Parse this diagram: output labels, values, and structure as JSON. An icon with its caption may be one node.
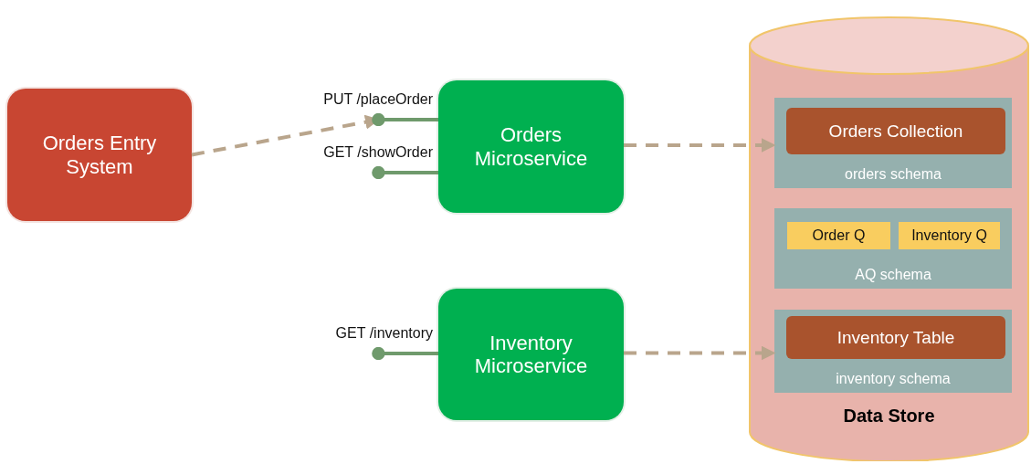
{
  "diagram": {
    "nodes": [
      {
        "text": [
          "Orders Entry System"
        ]
      },
      {
        "text": [
          "PUT /placeOrder"
        ]
      },
      {
        "text": [
          "GET /showOrder"
        ]
      },
      {
        "text": [
          "Orders Microservice"
        ]
      },
      {
        "text": [
          "GET /inventory"
        ]
      },
      {
        "text": [
          "Inventory Microservice"
        ]
      },
      {
        "text": [
          "Data Store"
        ]
      },
      {
        "text": [
          "orders schema"
        ],
        "in": 6
      },
      {
        "text": [
          "Orders Collection"
        ],
        "in": 7
      },
      {
        "text": [
          "AQ schema"
        ],
        "in": 6
      },
      {
        "text": [
          "Order Q"
        ],
        "in": 9
      },
      {
        "text": [
          "Inventory Q"
        ],
        "in": 9
      },
      {
        "text": [
          "inventory schema"
        ],
        "in": 6
      },
      {
        "text": [
          "Inventory Table"
        ],
        "in": 12
      }
    ],
    "edges": [
      {
        "from": 0,
        "to": 1,
        "arrow": "to",
        "style": "dashed",
        "color": "#b9a58c"
      },
      {
        "from": 1,
        "to": 3,
        "arrow": "other"
      },
      {
        "from": 2,
        "to": 3,
        "arrow": "other"
      },
      {
        "from": 4,
        "to": 5,
        "arrow": "other"
      },
      {
        "from": 3,
        "to": 7,
        "arrow": "to",
        "style": "dashed",
        "color": "#b9a58c"
      },
      {
        "from": 5,
        "to": 12,
        "arrow": "to",
        "style": "dashed",
        "color": "#b9a58c"
      }
    ]
  }
}
